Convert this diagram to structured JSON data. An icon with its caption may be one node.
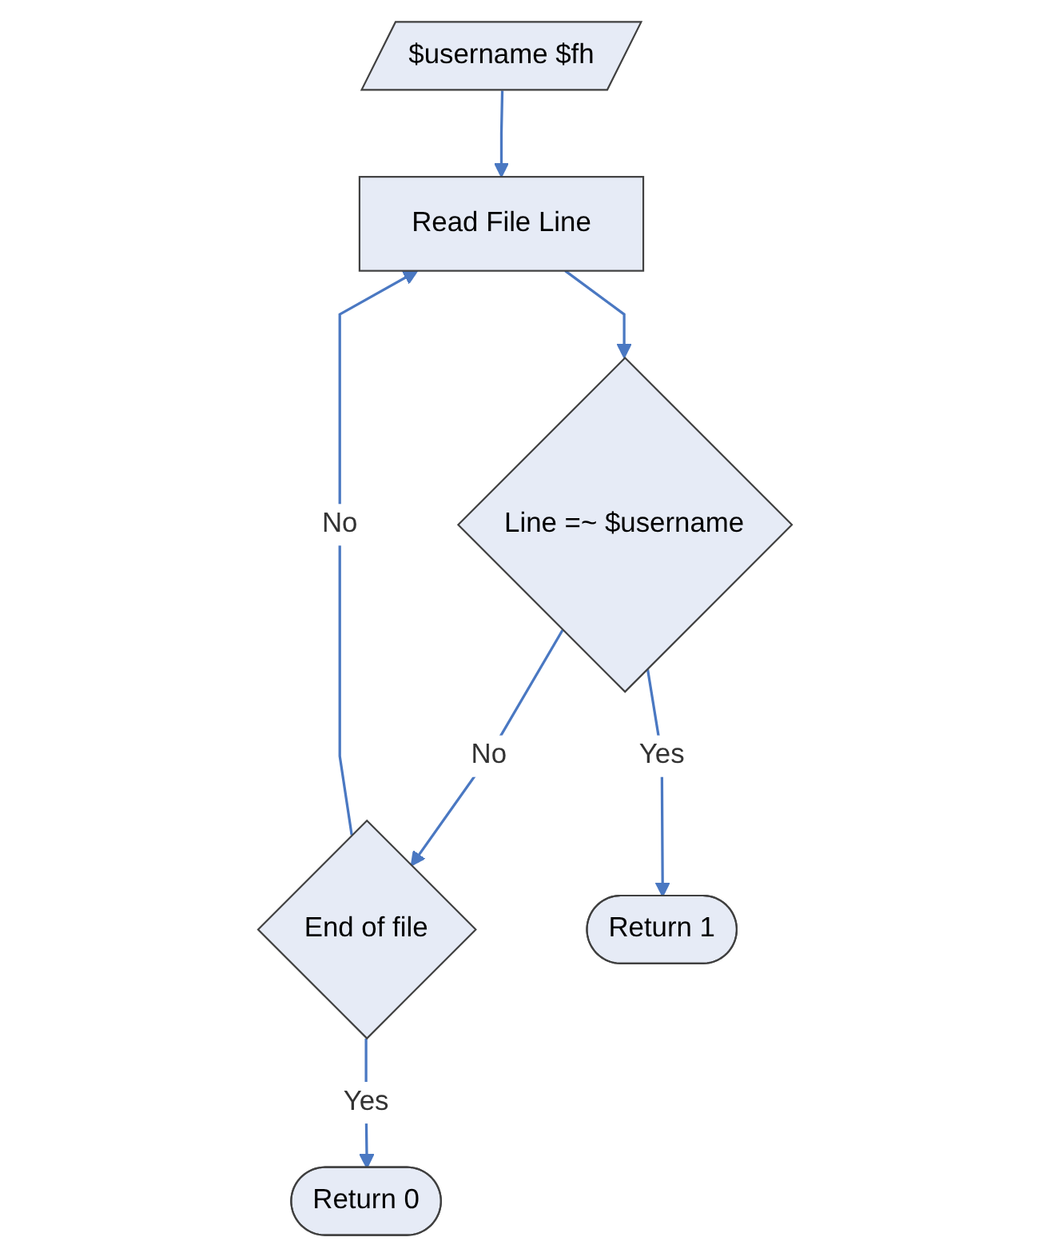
{
  "diagram": {
    "nodes": [
      {
        "text": [
          "$username $fh"
        ]
      },
      {
        "text": [
          "Read File Line"
        ]
      },
      {
        "text": [
          "Line =~ $username"
        ]
      },
      {
        "text": [
          "End of file"
        ]
      },
      {
        "text": [
          "Return 1"
        ]
      },
      {
        "text": [
          "Return 0"
        ]
      }
    ],
    "edges": [
      {
        "from": 0,
        "to": 1,
        "arrow": "to"
      },
      {
        "from": 1,
        "to": 2,
        "arrow": "to"
      },
      {
        "from": 2,
        "to": 3,
        "arrow": "to",
        "label": "No"
      },
      {
        "from": 3,
        "to": 1,
        "arrow": "to",
        "label": "No"
      },
      {
        "from": 2,
        "to": 4,
        "arrow": "to",
        "label": "Yes"
      },
      {
        "from": 3,
        "to": 5,
        "arrow": "to",
        "label": "Yes"
      }
    ]
  }
}
